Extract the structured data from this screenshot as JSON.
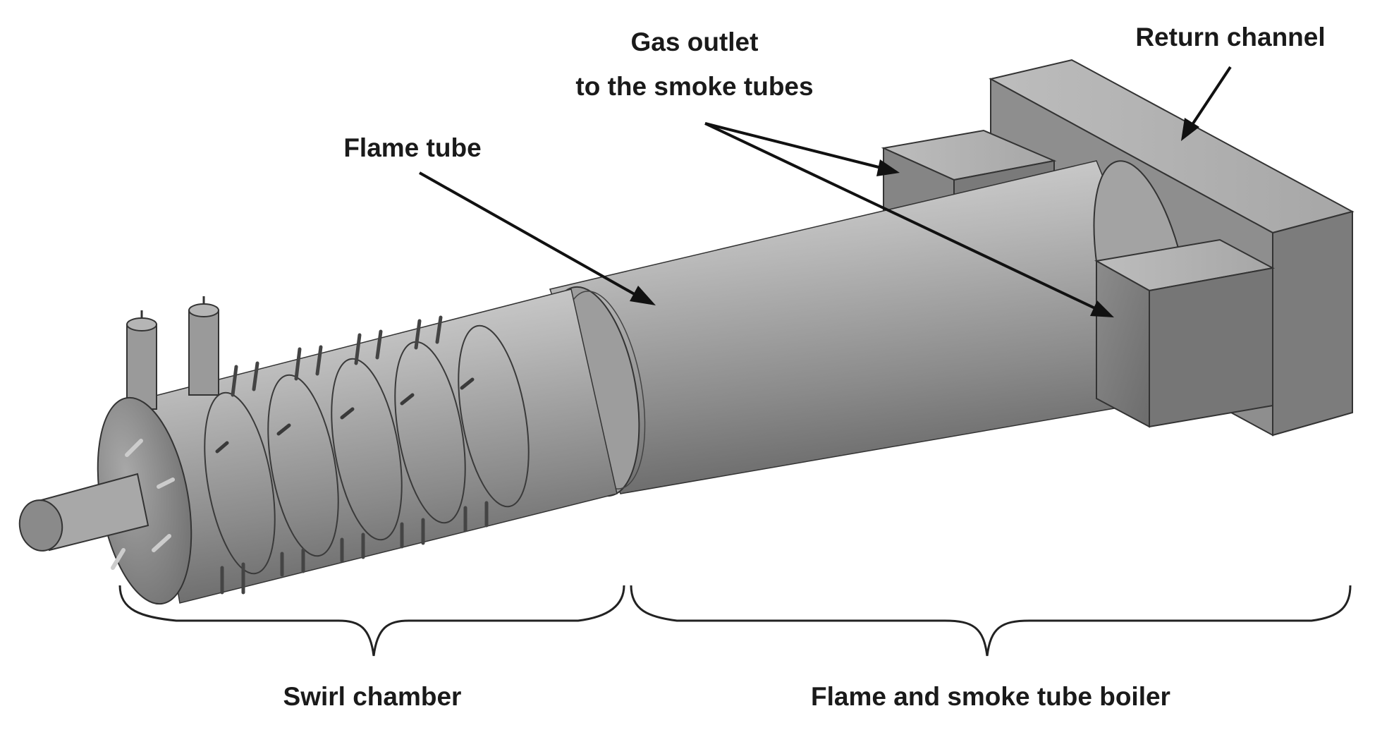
{
  "labels": {
    "gas_outlet_line1": "Gas outlet",
    "gas_outlet_line2": "to the smoke tubes",
    "return_channel": "Return channel",
    "flame_tube": "Flame tube",
    "swirl_chamber": "Swirl chamber",
    "boiler": "Flame and smoke tube boiler"
  },
  "colors": {
    "metal_light": "#c8c8c8",
    "metal_mid": "#9a9a9a",
    "metal_dark": "#5e5e5e",
    "edge": "#2a2a2a",
    "text": "#1a1a1a"
  }
}
